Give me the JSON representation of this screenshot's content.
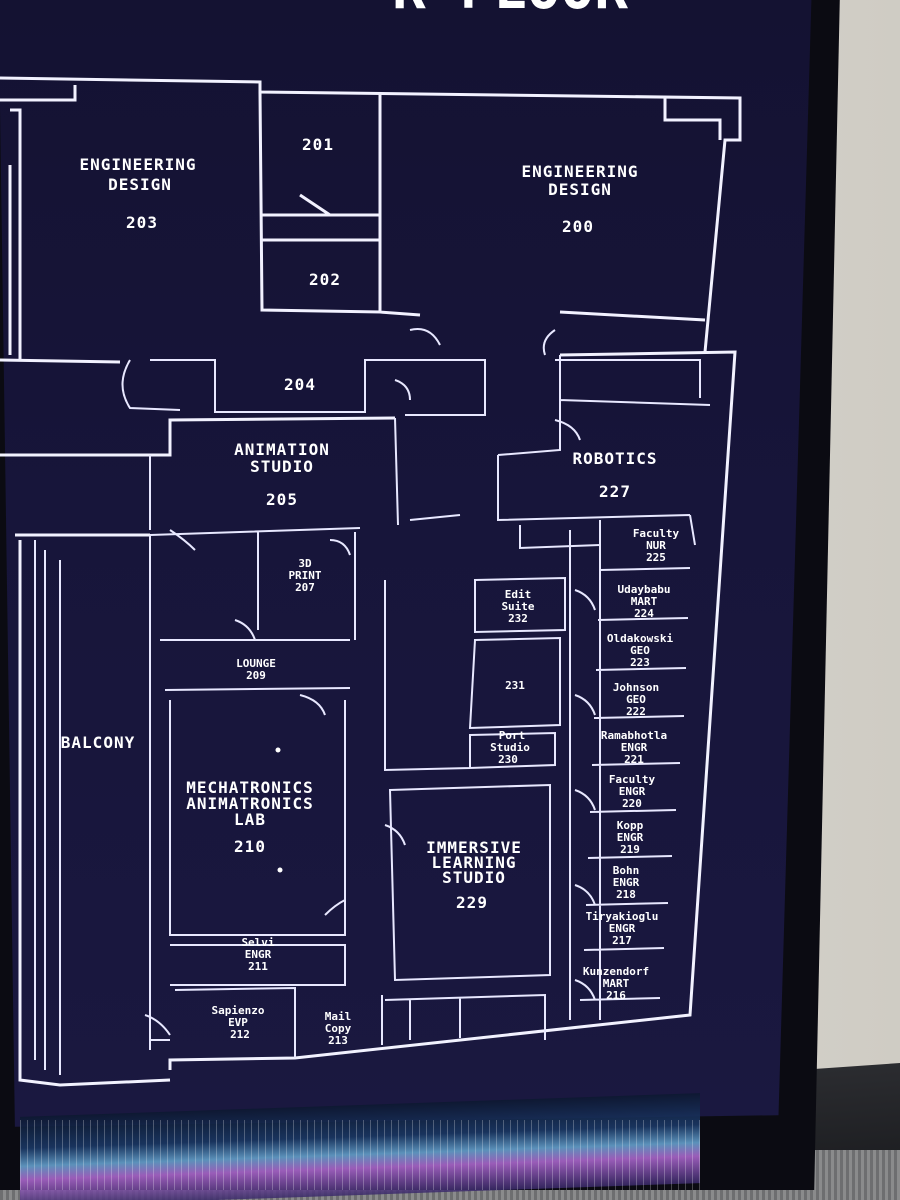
{
  "sign": {
    "header_partial": "R FLOOR",
    "colors": {
      "screen": "#16143a",
      "lines": "#f2f2ff",
      "text": "#ffffff",
      "wall": "#dcd9d2"
    }
  },
  "rooms": [
    {
      "id": "203",
      "name": "ENGINEERING DESIGN",
      "lines": [
        "ENGINEERING",
        "DESIGN"
      ],
      "number": "203"
    },
    {
      "id": "201",
      "lines": [],
      "number": "201"
    },
    {
      "id": "202",
      "lines": [],
      "number": "202"
    },
    {
      "id": "200",
      "lines": [
        "ENGINEERING",
        "DESIGN"
      ],
      "number": "200"
    },
    {
      "id": "204",
      "lines": [],
      "number": "204"
    },
    {
      "id": "205",
      "lines": [
        "ANIMATION",
        "STUDIO"
      ],
      "number": "205"
    },
    {
      "id": "227",
      "lines": [
        "ROBOTICS"
      ],
      "number": "227"
    },
    {
      "id": "207",
      "lines": [
        "3D",
        "PRINT"
      ],
      "number": "207"
    },
    {
      "id": "225",
      "lines": [
        "Faculty",
        "NUR"
      ],
      "number": "225"
    },
    {
      "id": "232",
      "lines": [
        "Edit",
        "Suite"
      ],
      "number": "232"
    },
    {
      "id": "224",
      "lines": [
        "Udaybabu",
        "MART"
      ],
      "number": "224"
    },
    {
      "id": "223",
      "lines": [
        "Oldakowski",
        "GEO"
      ],
      "number": "223"
    },
    {
      "id": "209",
      "lines": [
        "LOUNGE"
      ],
      "number": "209"
    },
    {
      "id": "231",
      "lines": [],
      "number": "231"
    },
    {
      "id": "222",
      "lines": [
        "Johnson",
        "GEO"
      ],
      "number": "222"
    },
    {
      "id": "221",
      "lines": [
        "Ramabhotla",
        "ENGR"
      ],
      "number": "221"
    },
    {
      "id": "230",
      "lines": [
        "Port",
        "Studio"
      ],
      "number": "230"
    },
    {
      "id": "220",
      "lines": [
        "Faculty",
        "ENGR"
      ],
      "number": "220"
    },
    {
      "id": "210",
      "lines": [
        "MECHATRONICS",
        "ANIMATRONICS",
        "LAB"
      ],
      "number": "210"
    },
    {
      "id": "219",
      "lines": [
        "Kopp",
        "ENGR"
      ],
      "number": "219"
    },
    {
      "id": "229",
      "lines": [
        "IMMERSIVE",
        "LEARNING",
        "STUDIO"
      ],
      "number": "229"
    },
    {
      "id": "218",
      "lines": [
        "Bohn",
        "ENGR"
      ],
      "number": "218"
    },
    {
      "id": "217",
      "lines": [
        "Tiryakioglu",
        "ENGR"
      ],
      "number": "217"
    },
    {
      "id": "211",
      "lines": [
        "Selvi",
        "ENGR"
      ],
      "number": "211"
    },
    {
      "id": "216",
      "lines": [
        "Kunzendorf",
        "MART"
      ],
      "number": "216"
    },
    {
      "id": "212",
      "lines": [
        "Sapienzo",
        "EVP"
      ],
      "number": "212"
    },
    {
      "id": "213",
      "lines": [
        "Mail",
        "Copy"
      ],
      "number": "213"
    }
  ],
  "areas": {
    "balcony": "BALCONY"
  }
}
